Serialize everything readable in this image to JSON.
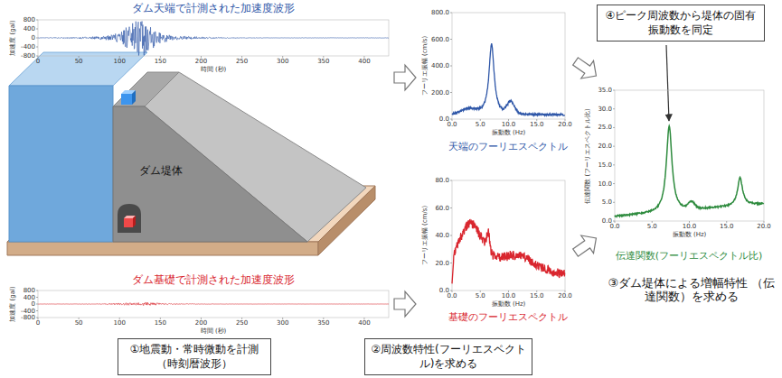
{
  "diagram": {
    "nodes": [
      {
        "text": [
          "①地震動・常時微動を計測 （時刻暦波形）"
        ]
      },
      {
        "text": [
          "②周波数特性(フーリエスペクトル)を求める"
        ]
      },
      {
        "text": [
          "④ピーク周波数から堤体の固有振動数を同定"
        ]
      }
    ],
    "labels": [
      "ダム天端で計測された加速度波形",
      "800",
      "400",
      "0",
      "-400",
      "-800",
      "加速度 (gal)",
      "0",
      "50",
      "100",
      "150",
      "200",
      "250",
      "300",
      "350",
      "400",
      "時間 (秒)",
      "ダム堤体",
      "ダム基礎で計測された加速度波形",
      "800",
      "400",
      "0",
      "-400",
      "-800",
      "加速度 (gal)",
      "0",
      "50",
      "100",
      "150",
      "200",
      "250",
      "300",
      "350",
      "400",
      "時間 (秒)",
      "0.0",
      "200.0",
      "400.0",
      "600.0",
      "800.0",
      "フーリエ振幅 (cm/s)",
      "0.0",
      "5.0",
      "10.0",
      "15.0",
      "20.0",
      "振動数 (Hz)",
      "天端のフーリエスペクトル",
      "0.0",
      "20.0",
      "40.0",
      "60.0",
      "80.0",
      "フーリエ振幅 (cm/s)",
      "0.0",
      "5.0",
      "10.0",
      "15.0",
      "20.0",
      "振動数 (Hz)",
      "基礎のフーリエスペクトル",
      "0.0",
      "5.0",
      "10.0",
      "15.0",
      "20.0",
      "25.0",
      "30.0",
      "35.0",
      "伝達関数 (フーリエスペクトル比)",
      "0.0",
      "5.0",
      "10.0",
      "15.0",
      "20.0",
      "振動数 (Hz)",
      "伝達関数(フーリエスペクトル比)",
      "③ダム堤体による増幅特性 （伝達関数）を求める"
    ]
  }
}
